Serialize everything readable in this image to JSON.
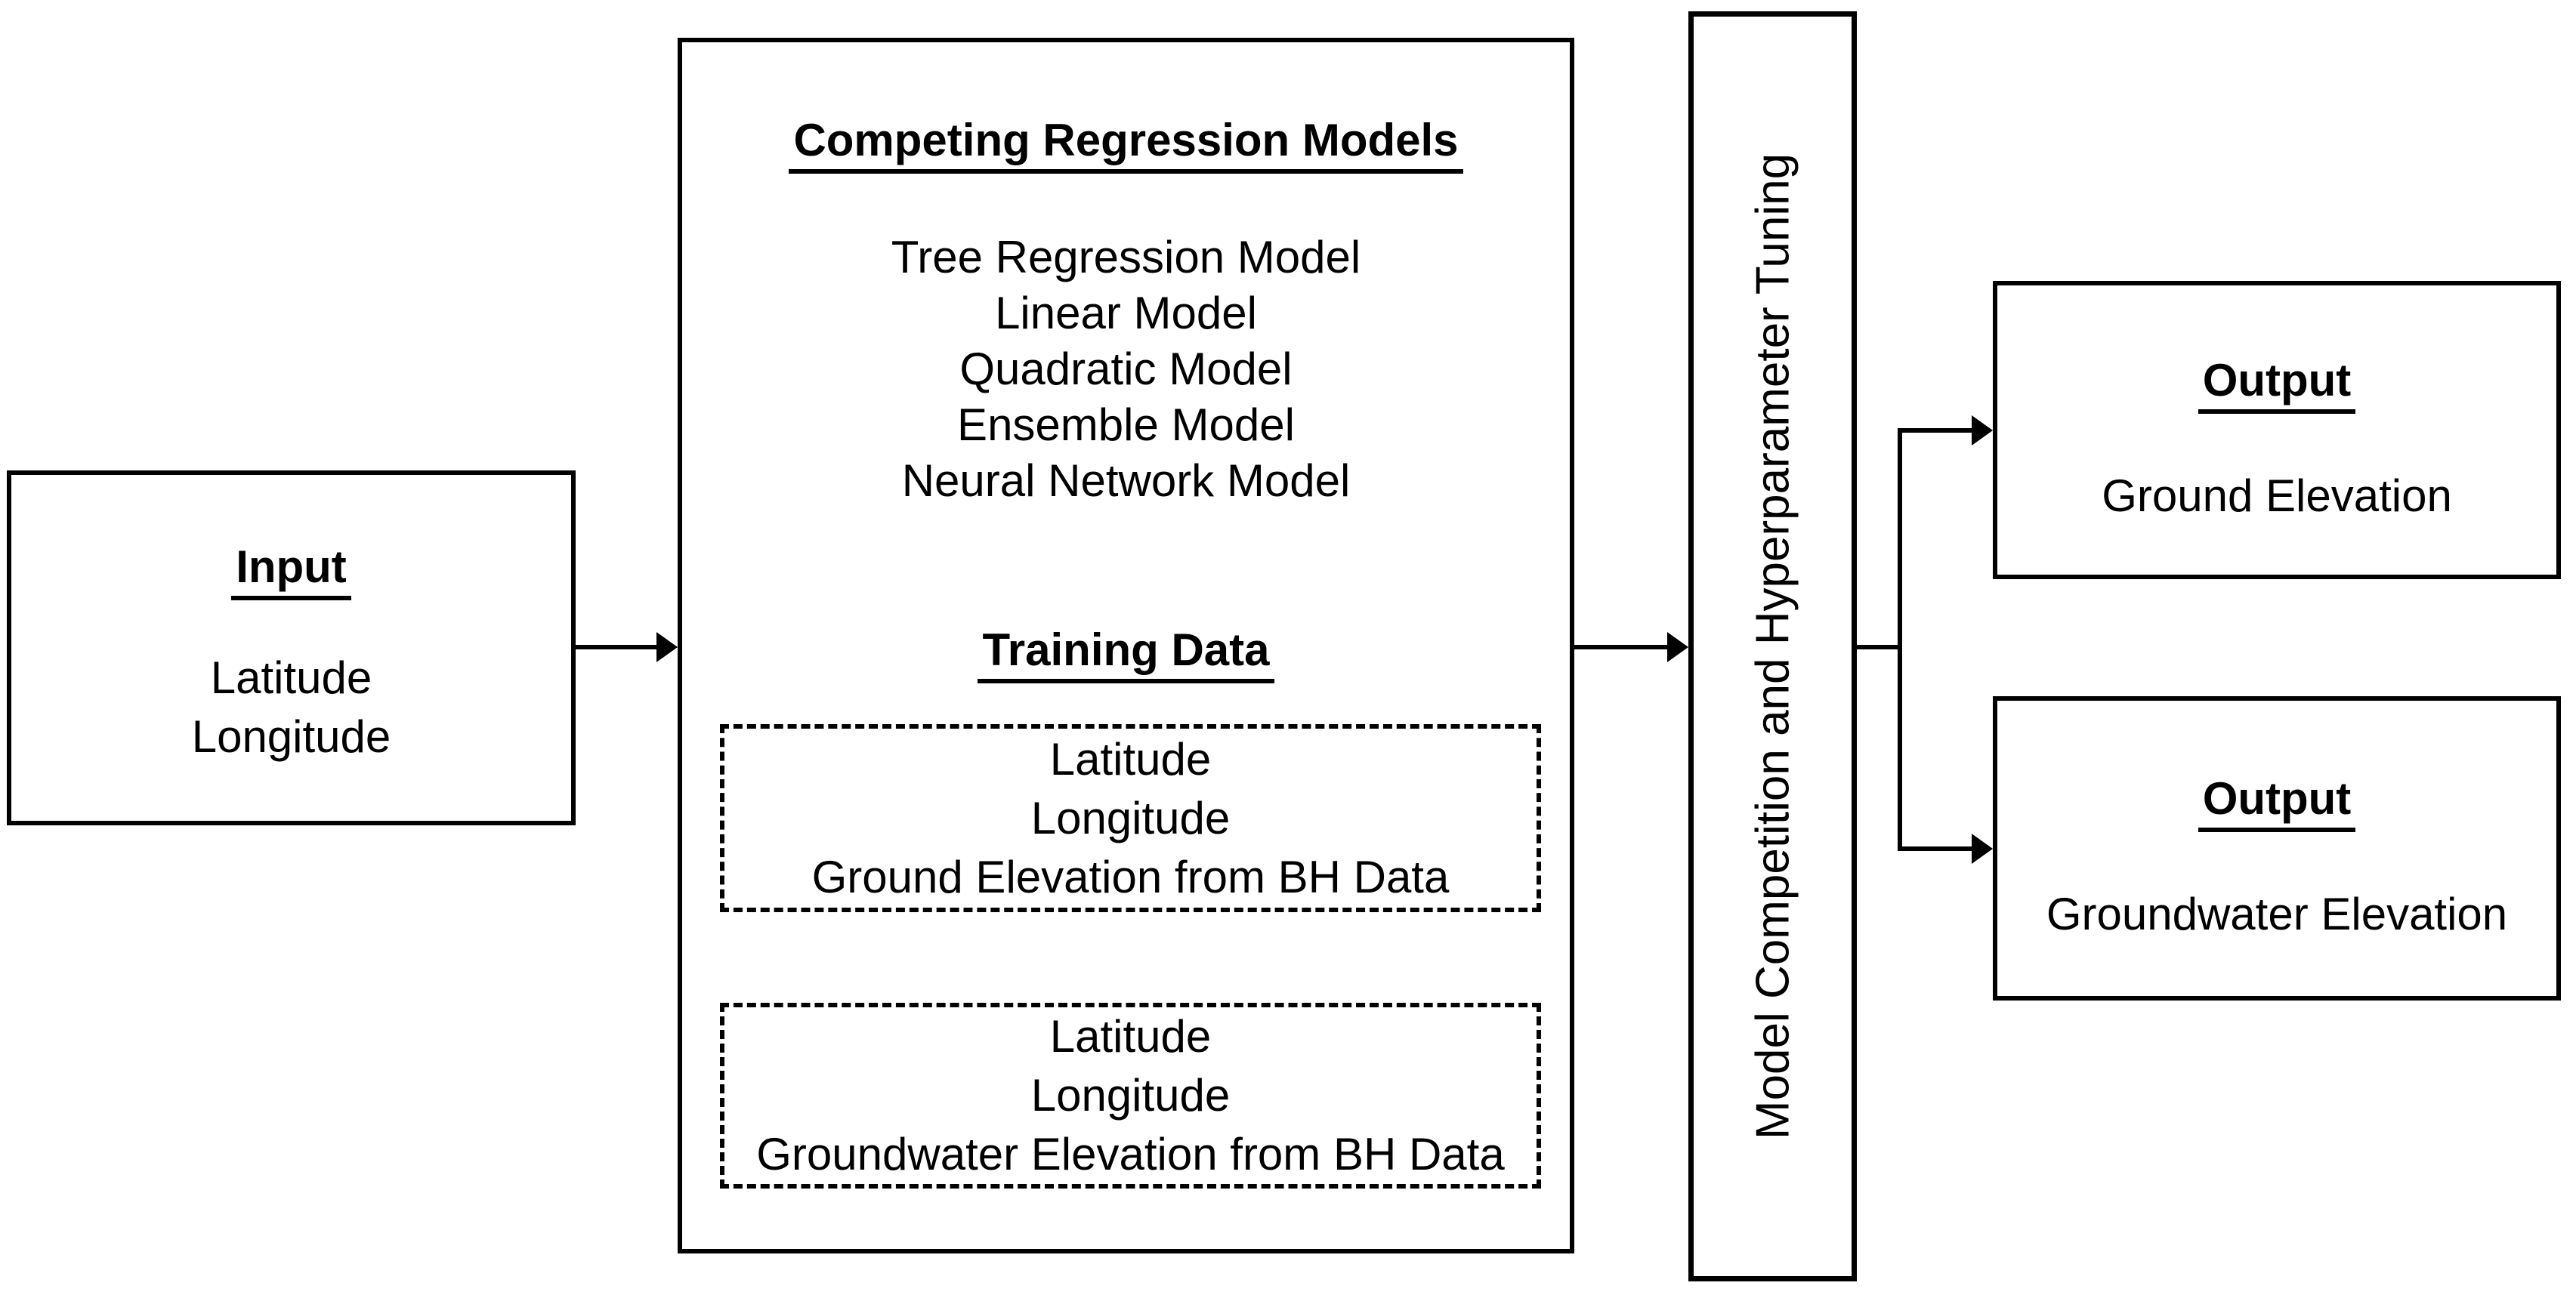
{
  "colors": {
    "ink": "#000000",
    "background": "#ffffff"
  },
  "input_box": {
    "title": "Input",
    "lines": [
      "Latitude",
      "Longitude"
    ]
  },
  "models_box": {
    "title": "Competing Regression Models",
    "models": [
      "Tree Regression Model",
      "Linear Model",
      "Quadratic Model",
      "Ensemble Model",
      "Neural Network Model"
    ],
    "training_title": "Training Data",
    "dataset1_lines": [
      "Latitude",
      "Longitude",
      "Ground Elevation from BH Data"
    ],
    "dataset2_lines": [
      "Latitude",
      "Longitude",
      "Groundwater Elevation from BH Data"
    ]
  },
  "tuning_box": {
    "label": "Model Competition and Hyperparameter Tuning"
  },
  "outputs": [
    {
      "title": "Output",
      "label": "Ground Elevation"
    },
    {
      "title": "Output",
      "label": "Groundwater Elevation"
    }
  ]
}
